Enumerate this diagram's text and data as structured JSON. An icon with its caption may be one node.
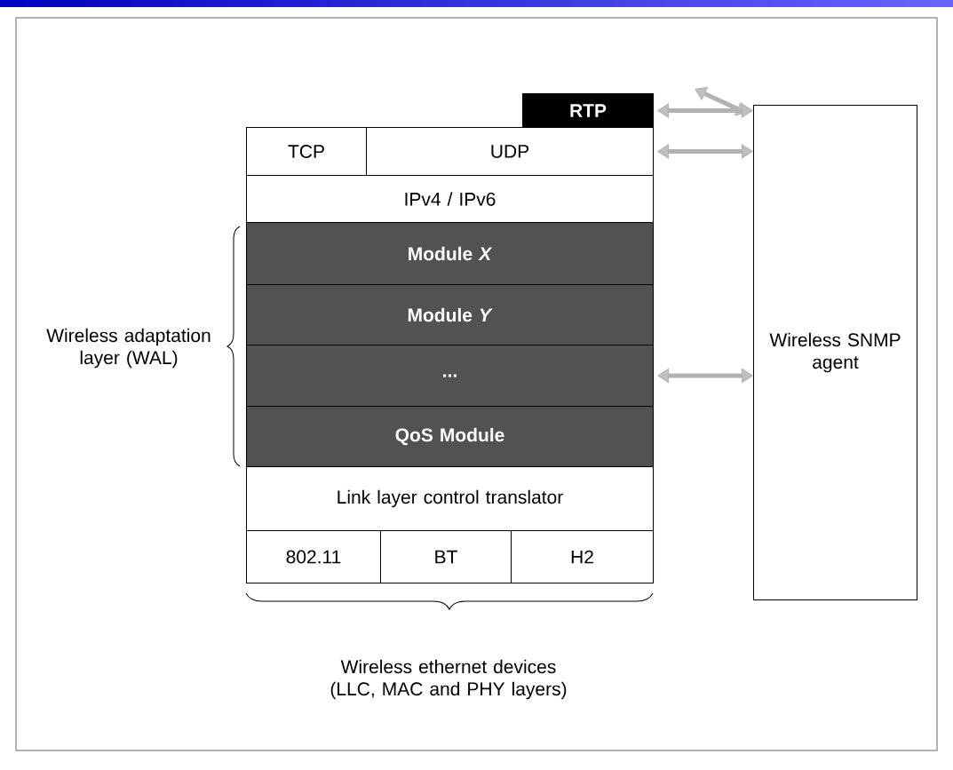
{
  "diagram": {
    "nodes": [
      {
        "text": [
          "RTP"
        ]
      },
      {
        "text": [
          "TCP"
        ]
      },
      {
        "text": [
          "UDP"
        ]
      },
      {
        "text": [
          "IPv4 / IPv6"
        ]
      },
      {
        "text": [
          "Module *X*"
        ]
      },
      {
        "text": [
          "Module *Y*"
        ]
      },
      {
        "text": [
          "..."
        ]
      },
      {
        "text": [
          "QoS Module"
        ]
      },
      {
        "text": [
          "Link layer control translator"
        ]
      },
      {
        "text": [
          "802.11"
        ]
      },
      {
        "text": [
          "BT"
        ]
      },
      {
        "text": [
          "H2"
        ]
      },
      {
        "text": [
          "Wireless SNMP agent"
        ]
      }
    ],
    "edges": [
      {
        "from": null,
        "to": 12,
        "arrow": "both"
      },
      {
        "from": 0,
        "to": 12,
        "arrow": "both"
      },
      {
        "from": 2,
        "to": 12,
        "arrow": "both"
      },
      {
        "from": 6,
        "to": 12,
        "arrow": "both"
      }
    ],
    "labels": [
      "Wireless adaptation layer (WAL)",
      "Wireless ethernet devices (LLC, MAC and PHY layers)"
    ]
  }
}
